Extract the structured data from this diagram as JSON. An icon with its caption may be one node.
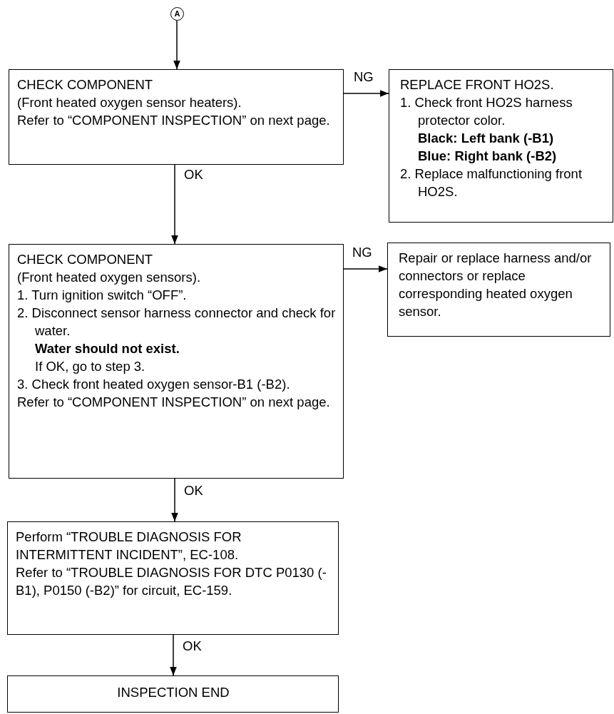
{
  "diagram": {
    "nodes": [
      {
        "text": [
          "A"
        ]
      },
      {
        "text": [
          "CHECK COMPONENT",
          "(Front heated oxygen sensor heaters).",
          "Refer to “COMPONENT INSPECTION” on next page."
        ]
      },
      {
        "text": [
          "REPLACE FRONT HO2S.",
          "1. Check front HO2S harness protector color.",
          "Black: Left bank (-B1)",
          "Blue: Right bank (-B2)",
          "2. Replace malfunctioning front HO2S."
        ]
      },
      {
        "text": [
          "CHECK COMPONENT",
          "(Front heated oxygen sensors).",
          "1. Turn ignition switch “OFF”.",
          "2. Disconnect sensor harness connector and check for water.",
          "Water should not exist.",
          "If OK, go to step 3.",
          "3. Check front heated oxygen sensor-B1 (-B2).",
          "Refer to “COMPONENT INSPECTION” on next page."
        ]
      },
      {
        "text": [
          "Repair or replace harness and/or connectors or replace corresponding heated oxygen sensor."
        ]
      },
      {
        "text": [
          "Perform “TROUBLE DIAGNOSIS FOR INTERMITTENT INCIDENT”, EC-108.",
          "Refer to “TROUBLE DIAGNOSIS FOR DTC P0130 (-B1), P0150 (-B2)” for circuit, EC-159."
        ]
      },
      {
        "text": [
          "INSPECTION END"
        ]
      }
    ],
    "edges": [
      {
        "from": 0,
        "to": 1,
        "arrow": "to"
      },
      {
        "from": 1,
        "to": 2,
        "arrow": "to",
        "label": "NG"
      },
      {
        "from": 1,
        "to": 3,
        "arrow": "to",
        "label": "OK"
      },
      {
        "from": 3,
        "to": 4,
        "arrow": "to",
        "label": "NG"
      },
      {
        "from": 3,
        "to": 5,
        "arrow": "to",
        "label": "OK"
      },
      {
        "from": 5,
        "to": 6,
        "arrow": "to",
        "label": "OK"
      }
    ]
  }
}
